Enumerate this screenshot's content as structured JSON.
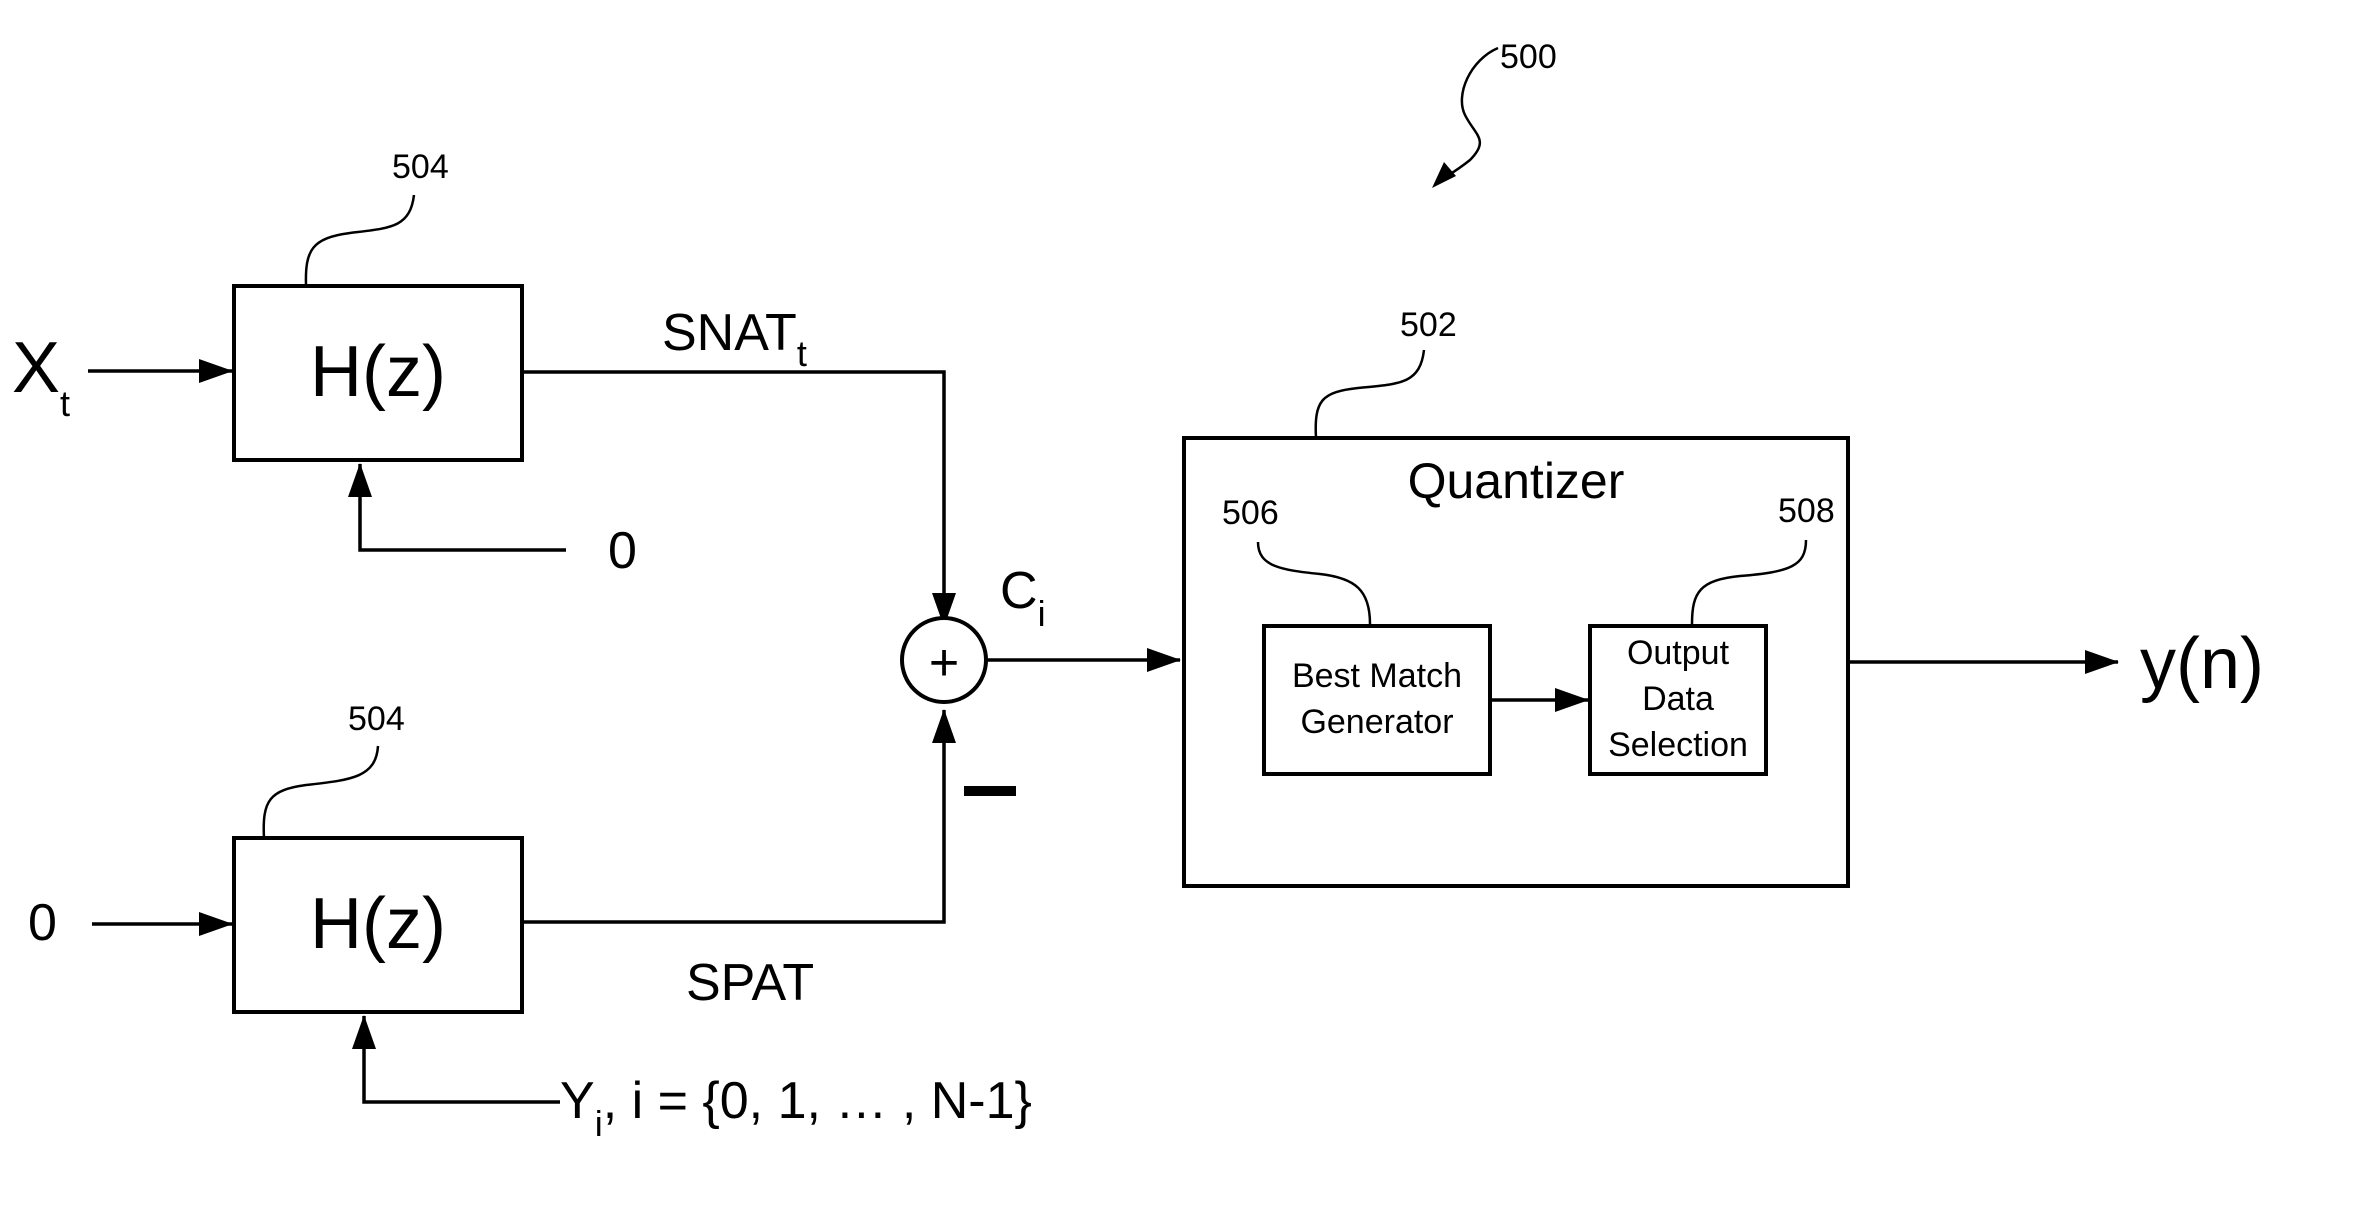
{
  "refs": {
    "system": "500",
    "filter_top": "504",
    "filter_bottom": "504",
    "quantizer": "502",
    "best_match": "506",
    "output_select": "508"
  },
  "inputs": {
    "xt_main": "X",
    "xt_sub": "t",
    "zero_top_ctrl": "0",
    "zero_bottom_in": "0",
    "yi_main": "Y",
    "yi_sub": "i",
    "yi_rest": ", i = {0, 1, … , N-1}"
  },
  "blocks": {
    "filter_top_label": "H(z)",
    "filter_bottom_label": "H(z)",
    "quantizer_title": "Quantizer",
    "best_match_line1": "Best Match",
    "best_match_line2": "Generator",
    "output_line1": "Output",
    "output_line2": "Data",
    "output_line3": "Selection"
  },
  "signals": {
    "snat_main": "SNAT",
    "snat_sub": "t",
    "spat": "SPAT",
    "ci_main": "C",
    "ci_sub": "i",
    "plus": "+",
    "output": "y(n)"
  }
}
